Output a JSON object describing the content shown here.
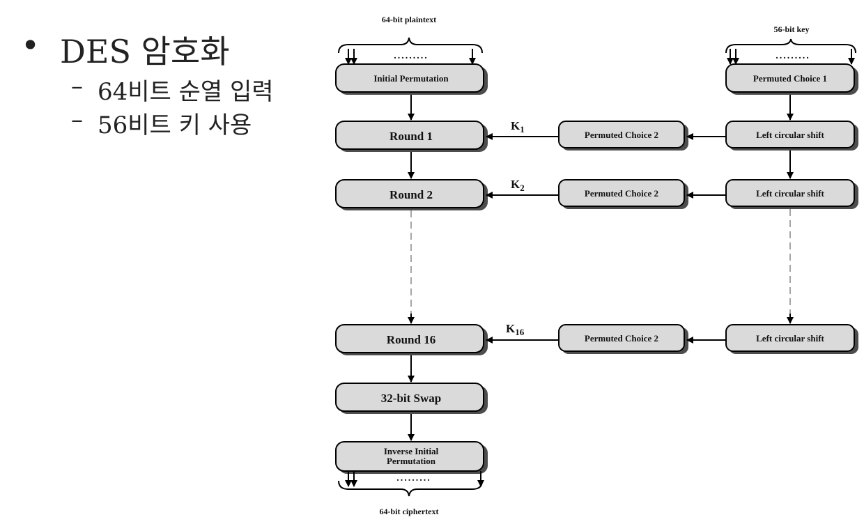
{
  "bullets": {
    "main": "DES 암호화",
    "bullet_symbol": "•",
    "sub_symbol": "–",
    "sub": [
      "64비트 순열 입력",
      "56비트 키 사용"
    ]
  },
  "diagram": {
    "plaintext_label": "64-bit plaintext",
    "key_label": "56-bit key",
    "ciphertext_label": "64-bit ciphertext",
    "dots": ".........",
    "initial_permutation": "Initial Permutation",
    "permuted_choice_1": "Permuted Choice 1",
    "permuted_choice_2": "Permuted Choice 2",
    "left_shift": "Left circular shift",
    "round1": "Round 1",
    "round2": "Round 2",
    "round16": "Round 16",
    "swap": "32-bit Swap",
    "inverse_line1": "Inverse Initial",
    "inverse_line2": "Permutation",
    "k_letter": "K",
    "k1": "1",
    "k2": "2",
    "k16": "16"
  }
}
